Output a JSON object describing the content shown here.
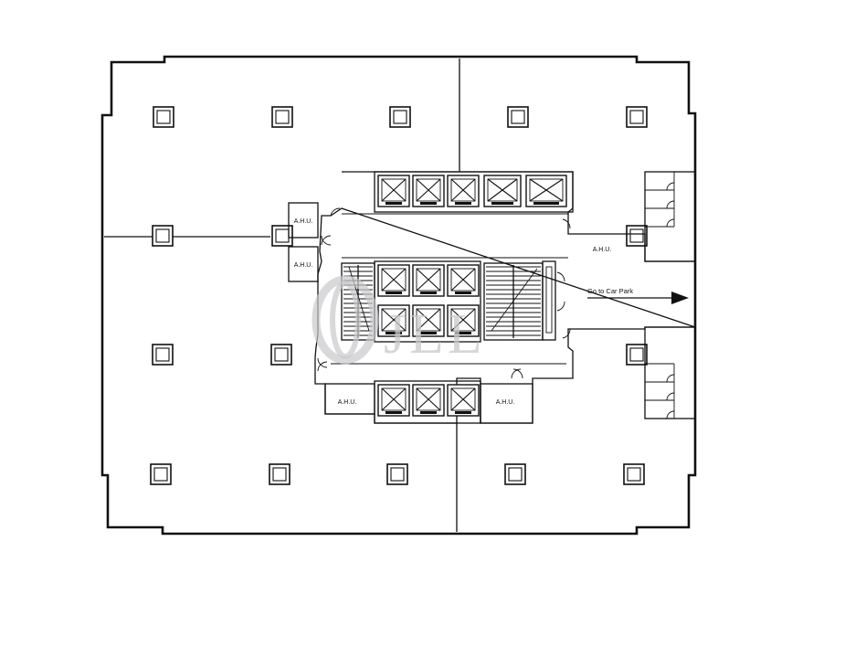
{
  "labels": {
    "ahu": "A.H.U.",
    "car_park": "Go to Car Park"
  },
  "watermark": {
    "text": "JLL",
    "color": "#c9c9cc"
  },
  "colors": {
    "line": "#111111",
    "background": "#ffffff"
  }
}
